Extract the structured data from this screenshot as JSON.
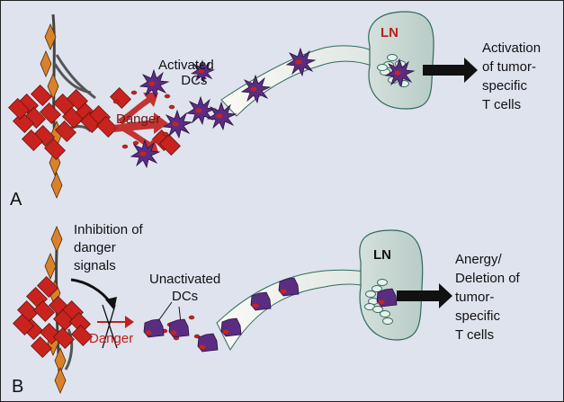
{
  "colors": {
    "background": "#dfe3ee",
    "tumor_red": "#c8231e",
    "tumor_orange": "#d9822b",
    "fiber_gray": "#555555",
    "dc_purple": "#5a2d82",
    "danger_red": "#c0201c",
    "vessel_fill": "#f7f5ee",
    "vessel_stroke": "#2e6b5a",
    "ln_fill": "#c9d8d4",
    "arrow_black": "#111111"
  },
  "panels": [
    {
      "letter": "A",
      "dc_label": [
        "Activated",
        "DCs"
      ],
      "danger_label": "Danger",
      "danger_color": "#6b1513",
      "ln_label": "LN",
      "ln_label_color": "#b8211b",
      "outcome": [
        "Activation",
        "of tumor-",
        "specific",
        "T cells"
      ]
    },
    {
      "letter": "B",
      "inhibition_label": [
        "Inhibition of",
        "danger",
        "signals"
      ],
      "dc_label": [
        "Unactivated",
        "DCs"
      ],
      "danger_label": "Danger",
      "danger_color": "#c0201c",
      "ln_label": "LN",
      "ln_label_color": "#111111",
      "outcome": [
        "Anergy/",
        "Deletion of",
        "tumor-",
        "specific",
        "T cells"
      ]
    }
  ]
}
